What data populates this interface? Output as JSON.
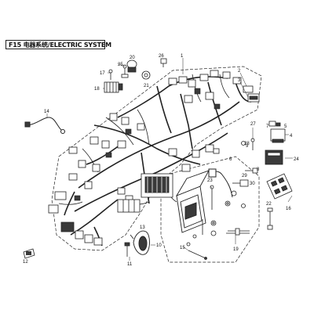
{
  "header": {
    "title": "F15 电器系统/ELECTRIC SYSTEM"
  },
  "callouts": [
    "1",
    "2",
    "3",
    "4",
    "5",
    "6",
    "7",
    "8",
    "9",
    "10",
    "11",
    "12",
    "13",
    "14",
    "15",
    "16",
    "17",
    "18",
    "19",
    "20",
    "21",
    "22",
    "23",
    "24",
    "25",
    "26",
    "27",
    "28",
    "29",
    "30"
  ],
  "colors": {
    "line": "#222222",
    "fill": "#ffffff",
    "dark": "#3a3a3a"
  }
}
